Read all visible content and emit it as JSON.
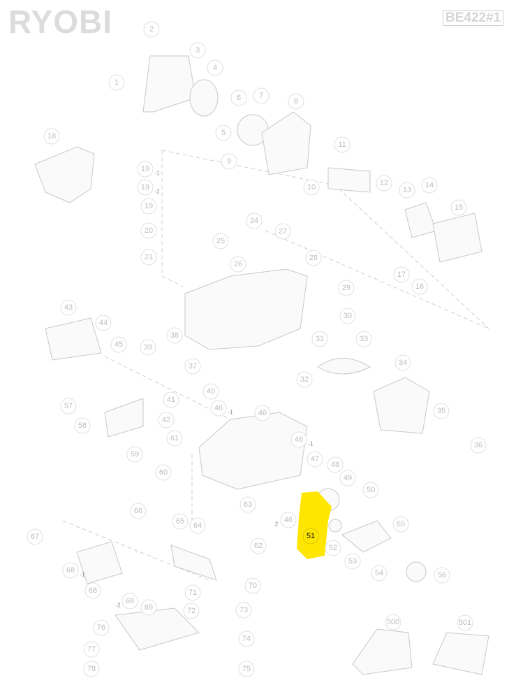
{
  "brand": "RYOBI",
  "model_code": "BE422#1",
  "highlight_color": "#ffe600",
  "highlighted_part": "51",
  "callouts": [
    {
      "label": "1"
    },
    {
      "label": "2"
    },
    {
      "label": "3"
    },
    {
      "label": "4"
    },
    {
      "label": "5"
    },
    {
      "label": "6"
    },
    {
      "label": "7"
    },
    {
      "label": "8"
    },
    {
      "label": "9"
    },
    {
      "label": "10"
    },
    {
      "label": "11"
    },
    {
      "label": "12"
    },
    {
      "label": "13"
    },
    {
      "label": "14"
    },
    {
      "label": "15"
    },
    {
      "label": "16"
    },
    {
      "label": "17"
    },
    {
      "label": "18"
    },
    {
      "label": "19",
      "suffix": "-1"
    },
    {
      "label": "19",
      "suffix": "-2"
    },
    {
      "label": "19"
    },
    {
      "label": "20"
    },
    {
      "label": "21"
    },
    {
      "label": "24"
    },
    {
      "label": "25"
    },
    {
      "label": "26"
    },
    {
      "label": "27"
    },
    {
      "label": "28"
    },
    {
      "label": "29"
    },
    {
      "label": "30"
    },
    {
      "label": "31"
    },
    {
      "label": "32"
    },
    {
      "label": "33"
    },
    {
      "label": "34"
    },
    {
      "label": "35"
    },
    {
      "label": "36"
    },
    {
      "label": "37"
    },
    {
      "label": "38"
    },
    {
      "label": "39"
    },
    {
      "label": "40"
    },
    {
      "label": "41"
    },
    {
      "label": "42"
    },
    {
      "label": "43"
    },
    {
      "label": "44"
    },
    {
      "label": "45"
    },
    {
      "label": "46",
      "suffix": "-1"
    },
    {
      "label": "46"
    },
    {
      "label": "46",
      "suffix": "-1"
    },
    {
      "label": "46",
      "suffix": "2"
    },
    {
      "label": "47"
    },
    {
      "label": "48"
    },
    {
      "label": "49"
    },
    {
      "label": "50"
    },
    {
      "label": "51"
    },
    {
      "label": "52"
    },
    {
      "label": "53"
    },
    {
      "label": "54"
    },
    {
      "label": "55"
    },
    {
      "label": "56"
    },
    {
      "label": "57"
    },
    {
      "label": "58"
    },
    {
      "label": "59"
    },
    {
      "label": "60"
    },
    {
      "label": "61"
    },
    {
      "label": "62"
    },
    {
      "label": "63"
    },
    {
      "label": "64"
    },
    {
      "label": "65"
    },
    {
      "label": "66"
    },
    {
      "label": "67"
    },
    {
      "label": "68",
      "suffix": "-1"
    },
    {
      "label": "68"
    },
    {
      "label": "68",
      "suffix": "-2"
    },
    {
      "label": "69"
    },
    {
      "label": "70"
    },
    {
      "label": "71"
    },
    {
      "label": "72"
    },
    {
      "label": "73"
    },
    {
      "label": "74"
    },
    {
      "label": "75"
    },
    {
      "label": "76"
    },
    {
      "label": "77"
    },
    {
      "label": "78"
    },
    {
      "label": "500"
    },
    {
      "label": "501"
    }
  ]
}
